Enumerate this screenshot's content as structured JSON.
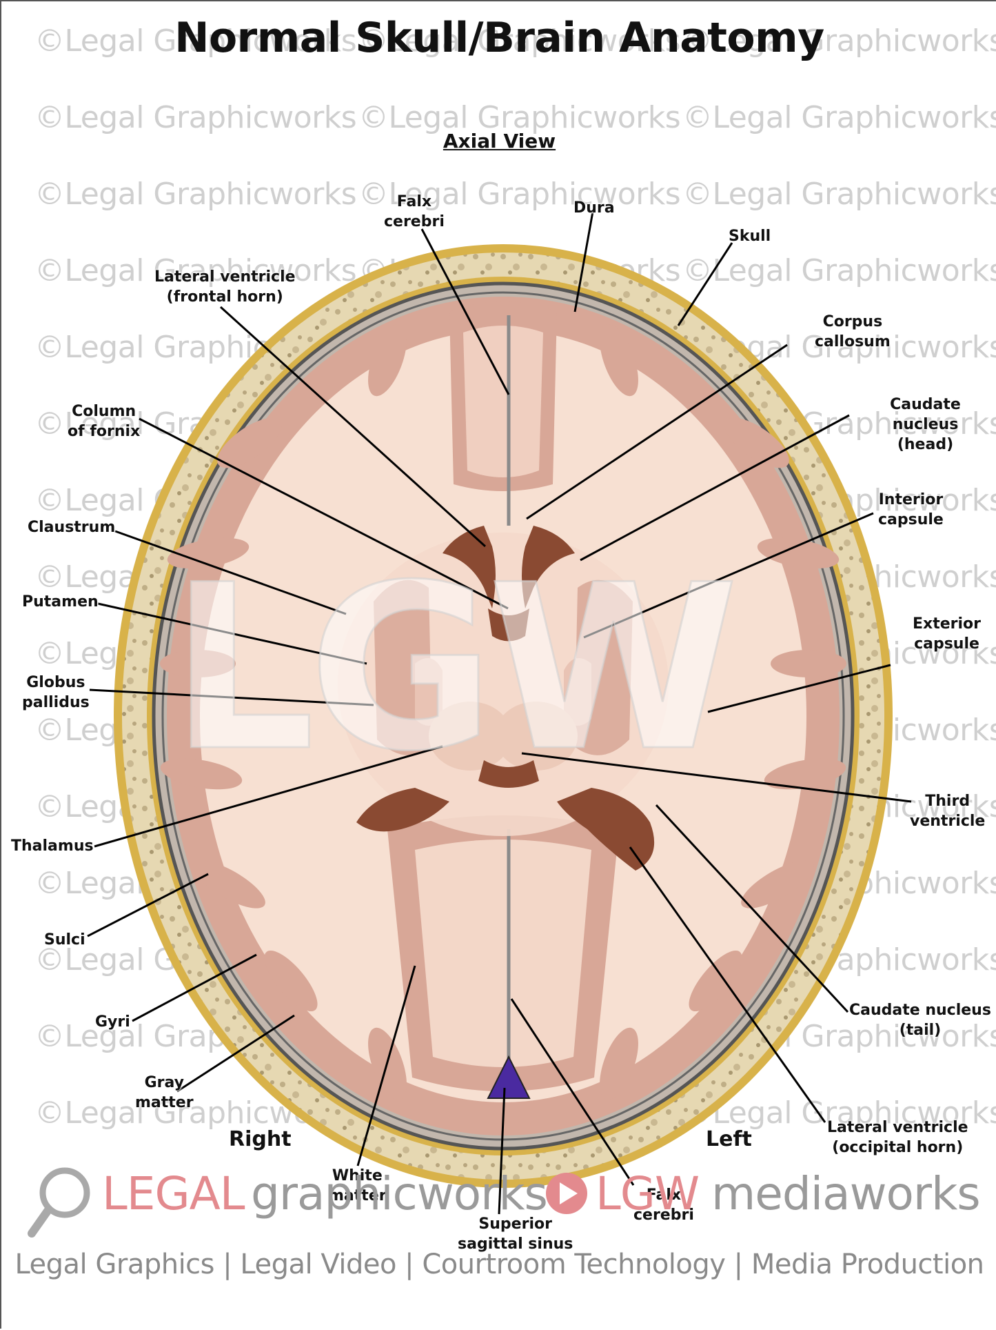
{
  "title": "Normal Skull/Brain Anatomy",
  "subtitle": "Axial View",
  "watermark_text": "©Legal Graphicworks",
  "big_watermark": "LGW",
  "orientation": {
    "right": "Right",
    "left": "Left"
  },
  "labels": {
    "falx_top": "Falx\ncerebri",
    "dura": "Dura",
    "skull": "Skull",
    "lateral_frontal": "Lateral ventricle\n(frontal horn)",
    "corpus_callosum": "Corpus\ncallosum",
    "column_fornix": "Column\nof fornix",
    "caudate_head": "Caudate nucleus\n(head)",
    "claustrum": "Claustrum",
    "interior_capsule": "Interior\ncapsule",
    "putamen": "Putamen",
    "exterior_capsule": "Exterior\ncapsule",
    "globus_pallidus": "Globus\npallidus",
    "third_ventricle": "Third\nventricle",
    "thalamus": "Thalamus",
    "sulci": "Sulci",
    "caudate_tail": "Caudate nucleus\n(tail)",
    "gyri": "Gyri",
    "gray_matter": "Gray\nmatter",
    "lateral_occipital": "Lateral ventricle\n(occipital horn)",
    "white_matter": "White\nmatter",
    "falx_bottom": "Falx\ncerebri",
    "superior_sagittal_sinus": "Superior\nsagittal sinus"
  },
  "branding": {
    "legal": "LEGAL",
    "graphicworks": "graphicworks",
    "lgw": "LGW",
    "mediaworks": "mediaworks",
    "tagline": "Legal Graphics | Legal Video | Courtroom Technology | Media Production"
  },
  "colors": {
    "skull_bone": "#d9c79a",
    "gray_matter": "#d9a99a",
    "white_matter": "#f6ddcf",
    "ventricle": "#8a4a32",
    "sinus": "#4a2aa0",
    "brand_red": "#e38a8e",
    "brand_gray": "#9a9a9a"
  }
}
